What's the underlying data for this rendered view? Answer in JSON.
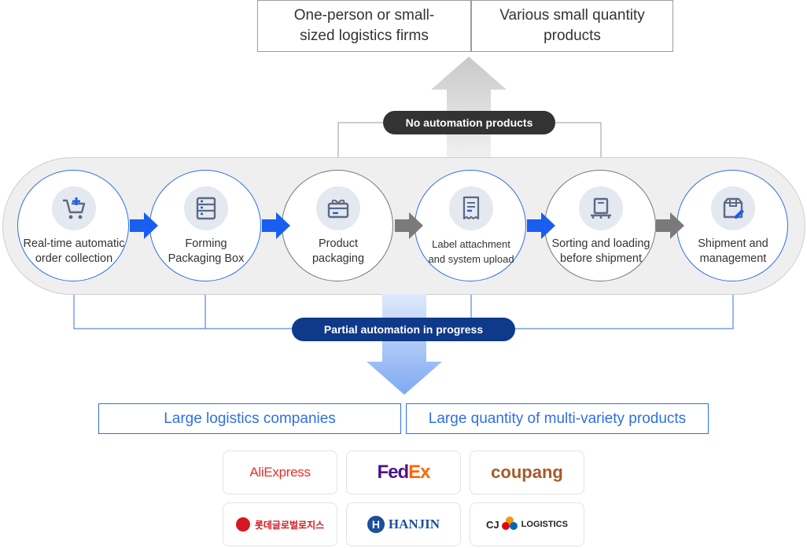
{
  "top_boxes": {
    "left": "One-person or small-sized logistics firms",
    "right": "Various small quantity products"
  },
  "pills": {
    "top": "No automation products",
    "bottom": "Partial automation in progress"
  },
  "steps": [
    {
      "label": "Real-time automatic order collection",
      "icon": "cart-plus-icon",
      "automated": true
    },
    {
      "label": "Forming Packaging Box",
      "icon": "box-list-icon",
      "automated": true
    },
    {
      "label": "Product packaging",
      "icon": "gift-box-icon",
      "automated": false
    },
    {
      "label": "Label attachment and system upload",
      "icon": "receipt-icon",
      "automated": true
    },
    {
      "label": "Sorting and loading before shipment",
      "icon": "pallet-icon",
      "automated": false
    },
    {
      "label": "Shipment and management",
      "icon": "box-edit-icon",
      "automated": true
    }
  ],
  "bottom_boxes": {
    "left": "Large logistics companies",
    "right": "Large quantity of multi-variety products"
  },
  "logos": {
    "aliexpress": "AliExpress",
    "fedex_a": "Fed",
    "fedex_b": "Ex",
    "coupang": "coupang",
    "lotte": "롯데글로벌로지스",
    "hanjin": "HANJIN",
    "cj_a": "CJ",
    "cj_b": "LOGISTICS"
  },
  "colors": {
    "blue": "#2f6fe6",
    "arrow_blue": "#1a5ef0",
    "gray_arrow": "#7a7a7a",
    "navy_pill": "#0f3a8a",
    "dark_pill": "#333333",
    "fedex_purple": "#4d148c",
    "fedex_orange": "#ff6600",
    "aliexpress": "#e43225",
    "coupang_brown": "#a55b28",
    "hanjin_blue": "#1c4f9c"
  }
}
